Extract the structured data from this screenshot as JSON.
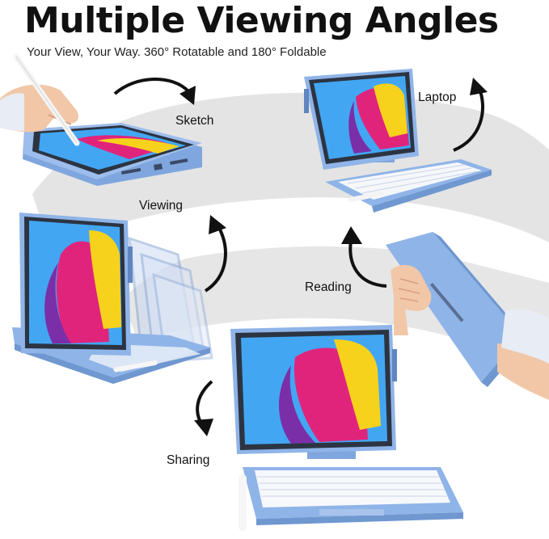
{
  "title": "Multiple Viewing Angles",
  "subtitle": "Your View, Your Way. 360° Rotatable and 180° Foldable",
  "modes": {
    "sketch": "Sketch",
    "laptop": "Laptop",
    "viewing": "Viewing",
    "reading": "Reading",
    "sharing": "Sharing"
  },
  "colors": {
    "case_blue": "#8fb4e8",
    "case_edge": "#6f97d0",
    "screen_bezel": "#2c3442",
    "wallpaper_sky": "#43a6f3",
    "wallpaper_magenta": "#e0247c",
    "wallpaper_yellow": "#f7d21c",
    "swoosh_gray": "#e3e3e3",
    "arrow": "#111111"
  }
}
